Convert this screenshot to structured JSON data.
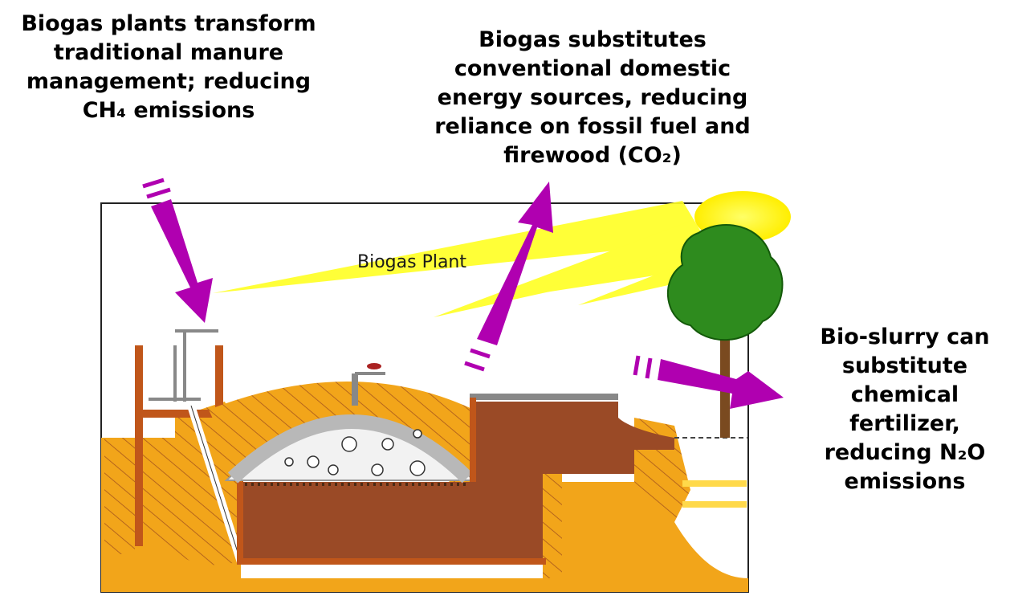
{
  "callouts": {
    "ch4": {
      "lines": [
        "Biogas plants transform",
        "traditional manure",
        "management; reducing",
        "CH₄ emissions"
      ]
    },
    "co2": {
      "lines": [
        "Biogas substitutes",
        "conventional domestic",
        "energy sources, reducing",
        "reliance on fossil fuel and",
        "firewood (CO₂)"
      ]
    },
    "n2o": {
      "lines": [
        "Bio-slurry can",
        "substitute",
        "chemical",
        "fertilizer,",
        "reducing N₂O",
        "emissions"
      ]
    }
  },
  "plant_label": "Biogas Plant",
  "colors": {
    "arrow": "#b000b0",
    "soil": "#f2a51a",
    "slurry": "#9a4a26",
    "outline": "#c0561a",
    "sun": "#ffff00",
    "tree": "#2e8b1e",
    "dome": "#b8b8b8"
  }
}
